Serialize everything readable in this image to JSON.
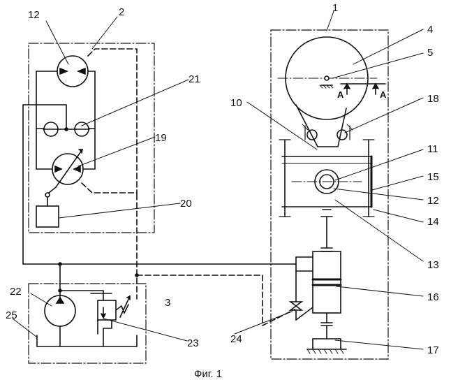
{
  "caption": "Фиг. 1",
  "section_label": "A",
  "callouts": {
    "c1": "1",
    "c2": "2",
    "c3": "3",
    "c4": "4",
    "c5": "5",
    "c10": "10",
    "c11": "11",
    "c12a": "12",
    "c12b": "12",
    "c13": "13",
    "c14": "14",
    "c15": "15",
    "c16": "16",
    "c17": "17",
    "c18": "18",
    "c19": "19",
    "c20": "20",
    "c21": "21",
    "c22": "22",
    "c23": "23",
    "c24": "24",
    "c25": "25"
  }
}
